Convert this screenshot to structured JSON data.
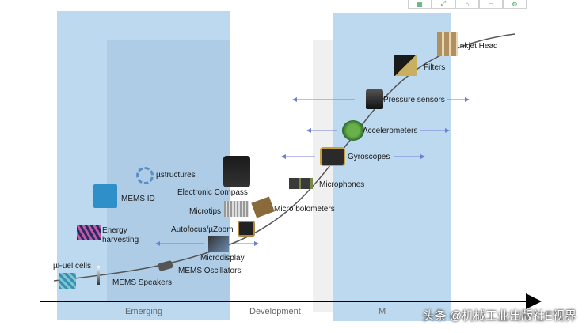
{
  "phases": {
    "emerging": "Emerging",
    "development": "Development",
    "mature": "M"
  },
  "devices": {
    "fuel_cells": "µFuel cells",
    "mems_speakers": "MEMS Speakers",
    "energy_harvesting": "Energy\nharvesting",
    "mems_id": "MEMS ID",
    "mu_structures": "µstructures",
    "electronic_compass": "Electronic Compass",
    "microtips": "Microtips",
    "autofocus": "Autofocus/µZoom",
    "microdisplay": "Microdisplay",
    "mems_oscillators": "MEMS Oscillators",
    "micro_bolometers": "Micro bolometers",
    "microphones": "Microphones",
    "gyroscopes": "Gyroscopes",
    "accelerometers": "Accelerometers",
    "pressure_sensors": "Pressure sensors",
    "filters": "Filters",
    "inkjet_head": "Inkjet Head"
  },
  "watermark": "头条 @机械工业出版社E视界",
  "colors": {
    "band": "#b9d7ee",
    "inner_band": "#a9c9e4",
    "arrow": "#6f7fd6",
    "curve": "#555555",
    "axis": "#000000"
  },
  "toolbar_icons": [
    "grid-icon",
    "expand-icon",
    "home-icon",
    "window-icon",
    "gear-icon"
  ]
}
